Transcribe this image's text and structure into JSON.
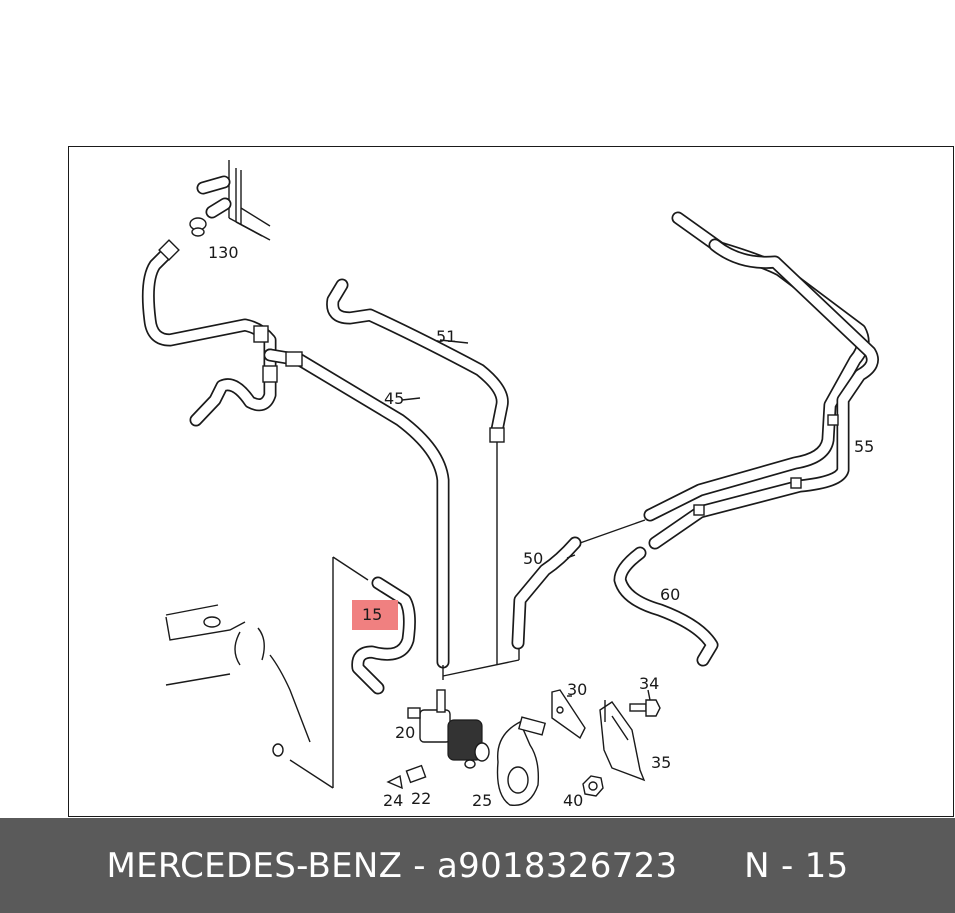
{
  "highlight_color": "#f08080",
  "parts": {
    "p130": "130",
    "p51": "51",
    "p45": "45",
    "p55": "55",
    "p50": "50",
    "p60": "60",
    "p15": "15",
    "p30": "30",
    "p34": "34",
    "p20": "20",
    "p35": "35",
    "p24": "24",
    "p22": "22",
    "p25": "25",
    "p40": "40"
  },
  "footer": {
    "brand": "MERCEDES-BENZ",
    "separator": " - ",
    "part_number": "a9018326723",
    "ref": "N - 15"
  }
}
